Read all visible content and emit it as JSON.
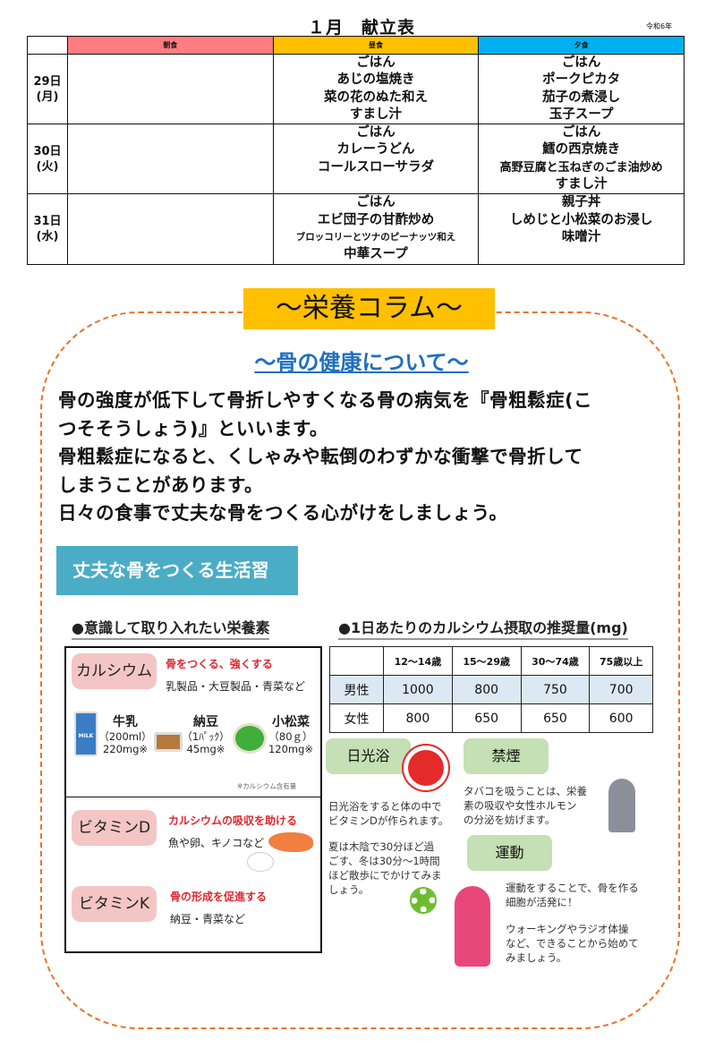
{
  "header": {
    "title": "１月　献立表",
    "era": "令和6年"
  },
  "menu": {
    "columns": [
      "朝食",
      "昼食",
      "夕食"
    ],
    "rows": [
      {
        "date": "29日",
        "dow": "(月)",
        "lunch": [
          "ごはん",
          "あじの塩焼き",
          "菜の花のぬた和え",
          "すまし汁"
        ],
        "dinner": [
          "ごはん",
          "ポークピカタ",
          "茄子の煮浸し",
          "玉子スープ"
        ]
      },
      {
        "date": "30日",
        "dow": "(火)",
        "lunch": [
          "ごはん",
          "カレーうどん",
          "コールスローサラダ"
        ],
        "dinner": [
          "ごはん",
          "鱈の西京焼き",
          "高野豆腐と玉ねぎのごま油炒め",
          "すまし汁"
        ]
      },
      {
        "date": "31日",
        "dow": "(水)",
        "lunch": [
          "ごはん",
          "エビ団子の甘酢炒め",
          "ブロッコリーとツナのピーナッツ和え",
          "中華スープ"
        ],
        "dinner": [
          "親子丼",
          "しめじと小松菜のお浸し",
          "味噌汁"
        ]
      }
    ]
  },
  "column": {
    "title": "～栄養コラム～",
    "subtitle": "～骨の健康について～",
    "paragraph": [
      "骨の強度が低下して骨折しやすくなる骨の病気を『骨粗鬆症(こ",
      "つそそうしょう)』といいます。",
      "骨粗鬆症になると、くしゃみや転倒のわずかな衝撃で骨折して",
      "しまうことがあります。",
      "日々の食事で丈夫な骨をつくる心がけをしましょう。"
    ],
    "banner": "丈夫な骨をつくる生活習",
    "nutrients": {
      "heading": "●意識して取り入れたい栄養素",
      "calcium": {
        "name": "カルシウム",
        "role": "骨をつくる、強くする",
        "sources": "乳製品・大豆製品・青菜など"
      },
      "foods": [
        {
          "name": "牛乳",
          "amount": "（200ml）",
          "value": "220mg※"
        },
        {
          "name": "納豆",
          "amount": "（1ﾊﾟｯｸ）",
          "value": "45mg※"
        },
        {
          "name": "小松菜",
          "amount": "（80ｇ）",
          "value": "120mg※"
        }
      ],
      "footnote": "※カルシウム含有量",
      "milk_label": "MILK",
      "vitd": {
        "name": "ビタミンD",
        "role": "カルシウムの吸収を助ける",
        "sources": "魚や卵、キノコなど"
      },
      "vitk": {
        "name": "ビタミンK",
        "role": "骨の形成を促進する",
        "sources": "納豆・青菜など"
      }
    },
    "intake": {
      "heading": "●1日あたりのカルシウム摂取の推奨量(mg)",
      "ages": [
        "12～14歳",
        "15～29歳",
        "30～74歳",
        "75歳以上"
      ],
      "rows": [
        {
          "label": "男性",
          "values": [
            "1000",
            "800",
            "750",
            "700"
          ]
        },
        {
          "label": "女性",
          "values": [
            "800",
            "650",
            "650",
            "600"
          ]
        }
      ]
    },
    "sun": {
      "title": "日光浴",
      "text1": [
        "日光浴をすると体の中で",
        "ビタミンDが作られます。"
      ],
      "text2": [
        "夏は木陰で30分ほど過",
        "ごす、冬は30分～1時間",
        "ほど散歩にでかけてみま",
        "しょう。"
      ]
    },
    "smoke": {
      "title": "禁煙",
      "text": [
        "タバコを吸うことは、栄養",
        "素の吸収や女性ホルモン",
        "の分泌を妨げます。"
      ]
    },
    "exercise": {
      "title": "運動",
      "text1": [
        "運動をすることで、骨を作る",
        "細胞が活発に！"
      ],
      "text2": [
        "ウォーキングやラジオ体操",
        "など、できることから始めて",
        "みましょう。"
      ]
    }
  },
  "colors": {
    "breakfast": "#ff7c80",
    "lunch": "#ffc000",
    "dinner": "#00b0f0",
    "accent": "#e8742a",
    "blue": "#1f6fc1"
  }
}
